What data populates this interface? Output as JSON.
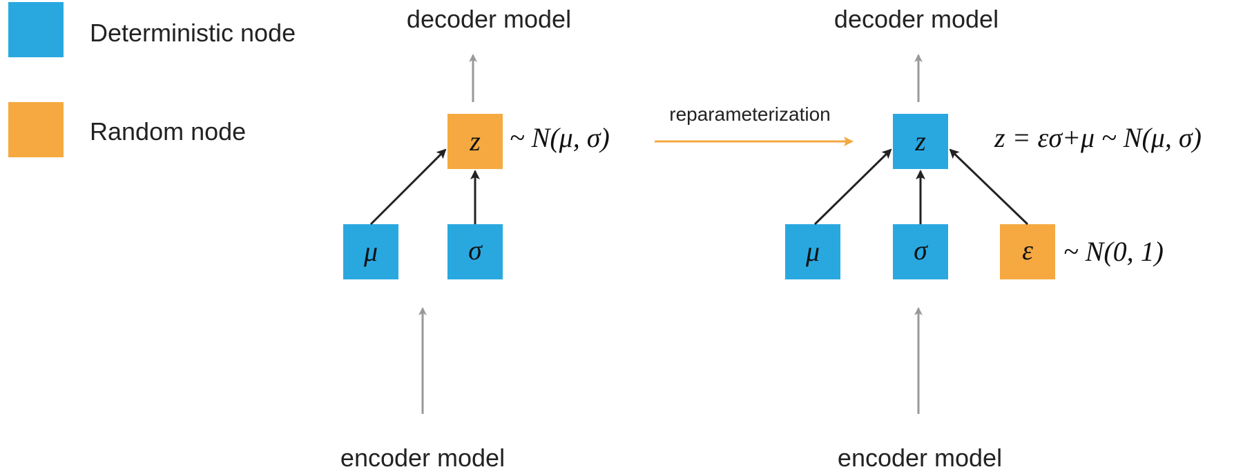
{
  "colors": {
    "deterministic": "#29A8E0",
    "random": "#F5A940",
    "gray_arrow": "#999999",
    "dark_arrow": "#222222",
    "reparam_arrow": "#F5A940"
  },
  "legend": {
    "deterministic_label": "Deterministic node",
    "random_label": "Random node"
  },
  "left": {
    "decoder_label": "decoder model",
    "encoder_label": "encoder model",
    "z_node": "z",
    "mu_node": "μ",
    "sigma_node": "σ",
    "z_distribution": "~ N(μ, σ)"
  },
  "transition": {
    "label": "reparameterization"
  },
  "right": {
    "decoder_label": "decoder model",
    "encoder_label": "encoder model",
    "z_node": "z",
    "mu_node": "μ",
    "sigma_node": "σ",
    "eps_node": "ε",
    "z_equation": "z = εσ+μ ~ N(μ, σ)",
    "eps_distribution": "~ N(0, 1)"
  }
}
